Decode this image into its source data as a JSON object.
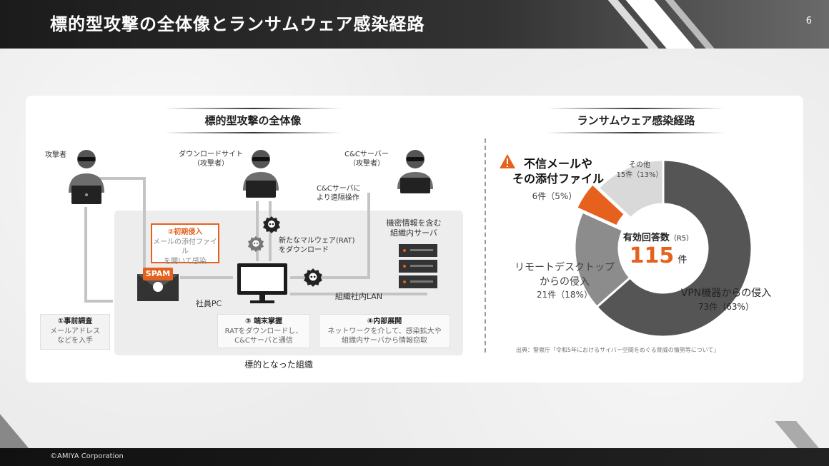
{
  "header": {
    "title": "標的型攻撃の全体像とランサムウェア感染経路",
    "page": "6"
  },
  "footer": {
    "copyright": "©AMIYA Corporation"
  },
  "left": {
    "title": "標的型攻撃の全体像",
    "attacker": "攻撃者",
    "download_site": [
      "ダウンロードサイト",
      "（攻撃者）"
    ],
    "cc_server": [
      "C&Cサーバー",
      "（攻撃者）"
    ],
    "remote_op": [
      "C&Cサーバに",
      "より遠隔操作"
    ],
    "confidential": [
      "機密情報を含む",
      "組織内サーバ"
    ],
    "new_malware": [
      "新たなマルウェア(RAT)",
      "をダウンロード"
    ],
    "spam": "SPAM",
    "employee_pc": "社員PC",
    "lan": "組織社内LAN",
    "org": "標的となった組織",
    "step1": {
      "head": "①事前調査",
      "body": [
        "メールアドレス",
        "などを入手"
      ]
    },
    "step2": {
      "head": "②初期侵入",
      "body": [
        "メールの添付ファイル",
        "を開いて感染"
      ]
    },
    "step3": {
      "head": "③ 端末掌握",
      "body": [
        "RATをダウンロードし、",
        "C&Cサーバと通信"
      ]
    },
    "step4": {
      "head": "④内部展開",
      "body": [
        "ネットワークを介して、感染拡大や",
        "組織内サーバから情報窃取"
      ]
    }
  },
  "right": {
    "title": "ランサムウェア感染経路",
    "center": {
      "label": "有効回答数",
      "note": "（R5）",
      "value": "115",
      "unit": "件"
    },
    "source": "出典：警察庁「令和5年におけるサイバー空間をめぐる脅威の情勢等について」",
    "warn_label": [
      "不信メールや",
      "その添付ファイル"
    ]
  },
  "chart_data": {
    "type": "pie",
    "total": 115,
    "slices": [
      {
        "name": "VPN機器からの侵入",
        "count": 73,
        "value": 63,
        "count_label": "73件（63%）",
        "color": "#555555"
      },
      {
        "name": "リモートデスクトップからの侵入",
        "line1": "リモートデスクトップ",
        "line2": "からの侵入",
        "count": 21,
        "value": 18,
        "count_label": "21件（18%）",
        "color": "#8c8c8c"
      },
      {
        "name": "不信メールやその添付ファイル",
        "count": 6,
        "value": 5,
        "count_label": "6件（5%）",
        "color": "#e5611d"
      },
      {
        "name": "その他",
        "count": 15,
        "value": 13,
        "count_label": "15件（13%）",
        "color": "#d9d9d9"
      }
    ]
  }
}
